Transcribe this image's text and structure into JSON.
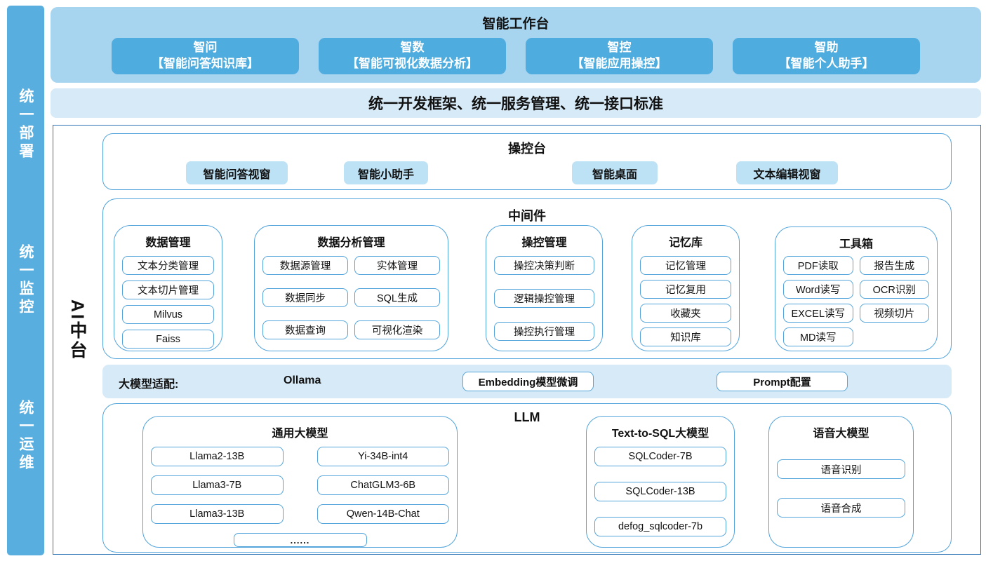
{
  "sidebar": {
    "items": [
      {
        "label": "统一部署"
      },
      {
        "label": "统一监控"
      },
      {
        "label": "统一运维"
      }
    ]
  },
  "workbench": {
    "title": "智能工作台",
    "apps": [
      {
        "name": "智问",
        "desc": "【智能问答知识库】"
      },
      {
        "name": "智数",
        "desc": "【智能可视化数据分析】"
      },
      {
        "name": "智控",
        "desc": "【智能应用操控】"
      },
      {
        "name": "智助",
        "desc": "【智能个人助手】"
      }
    ]
  },
  "unified_bar": {
    "label": "统一开发框架、统一服务管理、统一接口标准"
  },
  "platform": {
    "label": "AI中台",
    "console": {
      "title": "操控台",
      "buttons": [
        "智能问答视窗",
        "智能小助手",
        "智能桌面",
        "文本编辑视窗"
      ]
    },
    "middleware": {
      "title": "中间件",
      "groups": [
        {
          "title": "数据管理",
          "items": [
            "文本分类管理",
            "文本切片管理",
            "Milvus",
            "Faiss"
          ]
        },
        {
          "title": "数据分析管理",
          "items": [
            "数据源管理",
            "实体管理",
            "数据同步",
            "SQL生成",
            "数据查询",
            "可视化渲染"
          ]
        },
        {
          "title": "操控管理",
          "items": [
            "操控决策判断",
            "逻辑操控管理",
            "操控执行管理"
          ]
        },
        {
          "title": "记忆库",
          "items": [
            "记忆管理",
            "记忆复用",
            "收藏夹",
            "知识库"
          ]
        },
        {
          "title": "工具箱",
          "items": [
            "PDF读取",
            "报告生成",
            "Word读写",
            "OCR识别",
            "EXCEL读写",
            "视频切片",
            "MD读写"
          ]
        }
      ]
    },
    "adapter": {
      "label": "大模型适配:",
      "plain_item": "Ollama",
      "boxed_items": [
        "Embedding模型微调",
        "Prompt配置"
      ]
    },
    "llm": {
      "title": "LLM",
      "groups": [
        {
          "title": "通用大模型",
          "items": [
            "Llama2-13B",
            "Yi-34B-int4",
            "Llama3-7B",
            "ChatGLM3-6B",
            "Llama3-13B",
            "Qwen-14B-Chat"
          ],
          "more": "......"
        },
        {
          "title": "Text-to-SQL大模型",
          "items": [
            "SQLCoder-7B",
            "SQLCoder-13B",
            "defog_sqlcoder-7b"
          ]
        },
        {
          "title": "语音大模型",
          "items": [
            "语音识别",
            "语音合成"
          ]
        }
      ]
    }
  },
  "colors": {
    "sidebar_blue": "#58AEDF",
    "band_blue": "#A7D4EE",
    "app_btn_blue": "#4FACDF",
    "light_band": "#D7EAF7",
    "console_btn": "#BDE1F5",
    "border_dark": "#2E74B5",
    "border_light": "#53A4DB"
  }
}
